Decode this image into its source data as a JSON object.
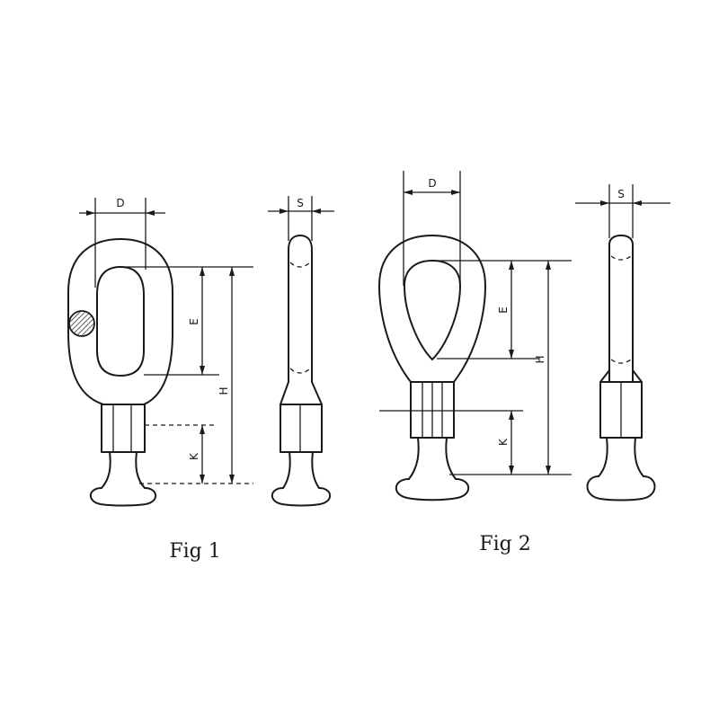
{
  "figures": [
    {
      "caption": "Fig 1",
      "front_view": {
        "dim_width": "D",
        "dim_inner": "E",
        "dim_height": "H",
        "dim_socket": "K"
      },
      "side_view": {
        "dim_thickness": "S"
      }
    },
    {
      "caption": "Fig 2",
      "front_view": {
        "dim_width": "D",
        "dim_inner": "E",
        "dim_height": "H",
        "dim_socket": "K"
      },
      "side_view": {
        "dim_thickness": "S"
      }
    }
  ]
}
